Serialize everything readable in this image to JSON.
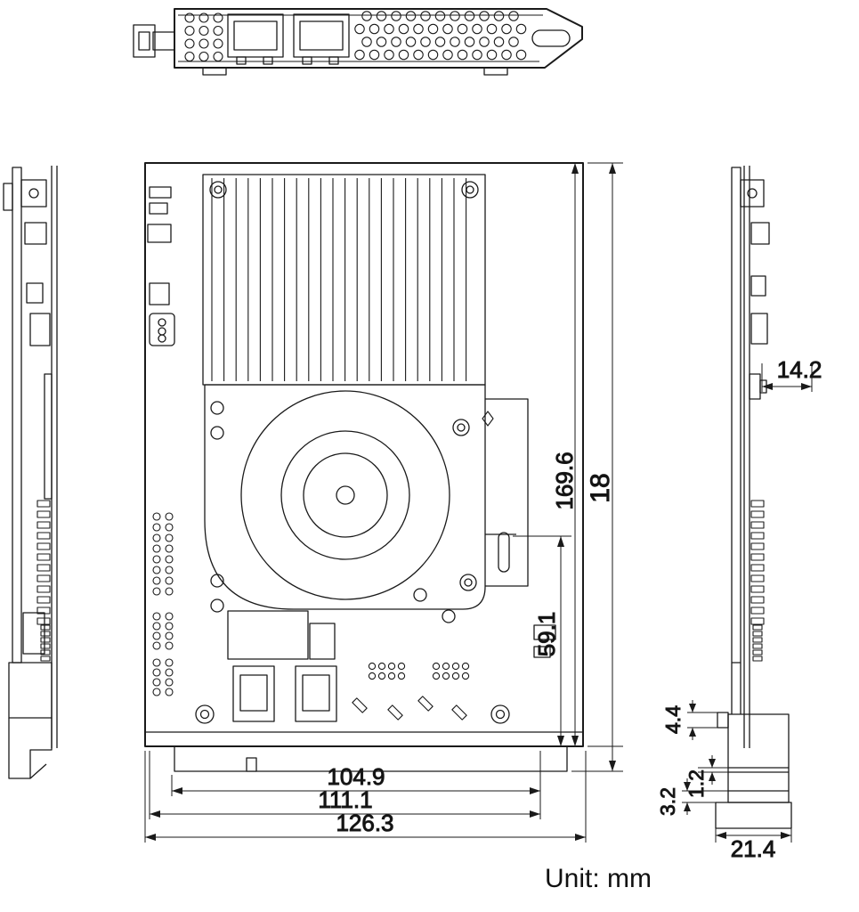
{
  "labels": {
    "unit": "Unit: mm",
    "dim_169_6": "169.6",
    "dim_18": "18",
    "dim_59_1": "59.1",
    "dim_104_9": "104.9",
    "dim_111_1": "111.1",
    "dim_126_3": "126.3",
    "dim_14_2": "14.2",
    "dim_4_4": "4.4",
    "dim_1_2": "1.2",
    "dim_3_2": "3.2",
    "dim_21_4": "21.4"
  }
}
